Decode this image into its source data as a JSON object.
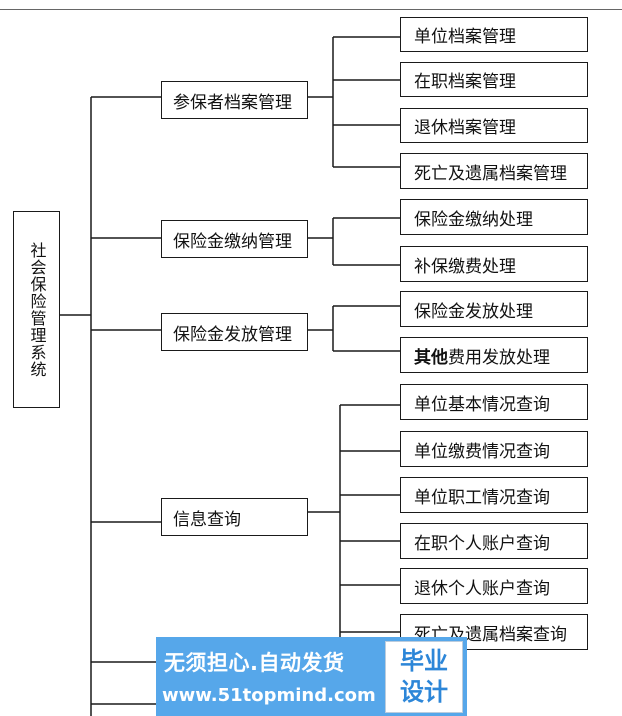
{
  "root": "社会保险管理系统",
  "modules": [
    {
      "label": "参保者档案管理",
      "children": [
        {
          "label": "单位档案管理"
        },
        {
          "label": "在职档案管理"
        },
        {
          "label": "退休档案管理"
        },
        {
          "label": "死亡及遗属档案管理"
        }
      ]
    },
    {
      "label": "保险金缴纳管理",
      "children": [
        {
          "label": "保险金缴纳处理"
        },
        {
          "label": "补保缴费处理"
        }
      ]
    },
    {
      "label": "保险金发放管理",
      "children": [
        {
          "label": "保险金发放处理"
        },
        {
          "label": "费用发放处理",
          "bold_prefix": "其他"
        }
      ]
    },
    {
      "label": "信息查询",
      "children": [
        {
          "label": "单位基本情况查询"
        },
        {
          "label": "单位缴费情况查询"
        },
        {
          "label": "单位职工情况查询"
        },
        {
          "label": "在职个人账户查询"
        },
        {
          "label": "退休个人账户查询"
        },
        {
          "label": "死亡及遗属档案查询"
        }
      ]
    }
  ],
  "watermark": {
    "slogan": "无须担心.自动发货",
    "url": "www.51topmind.com",
    "badge_line1": "毕业",
    "badge_line2": "设计"
  }
}
